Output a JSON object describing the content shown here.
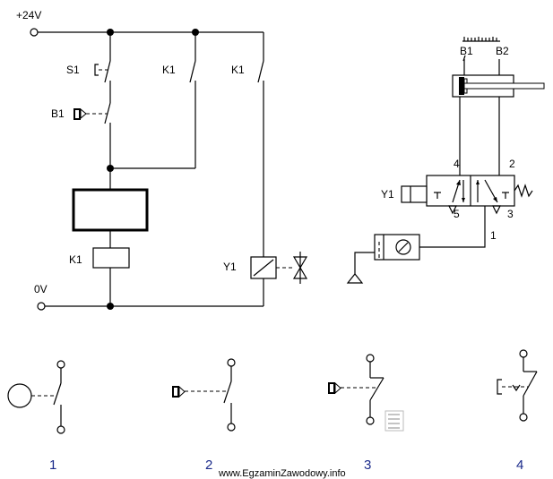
{
  "circuit": {
    "supply_label": "+24V",
    "ground_label": "0V",
    "s1_label": "S1",
    "b1_label": "B1",
    "k1_contact_a_label": "K1",
    "k1_contact_b_label": "K1",
    "k1_coil_label": "K1",
    "y1_coil_label": "Y1"
  },
  "pneumatic": {
    "sensor_b1_label": "B1",
    "sensor_b2_label": "B2",
    "valve_label": "Y1",
    "port_4": "4",
    "port_2": "2",
    "port_5": "5",
    "port_3": "3",
    "port_1": "1"
  },
  "options": [
    {
      "number": "1"
    },
    {
      "number": "2"
    },
    {
      "number": "3"
    },
    {
      "number": "4"
    }
  ],
  "watermark": "www.EgzaminZawodowy.info"
}
